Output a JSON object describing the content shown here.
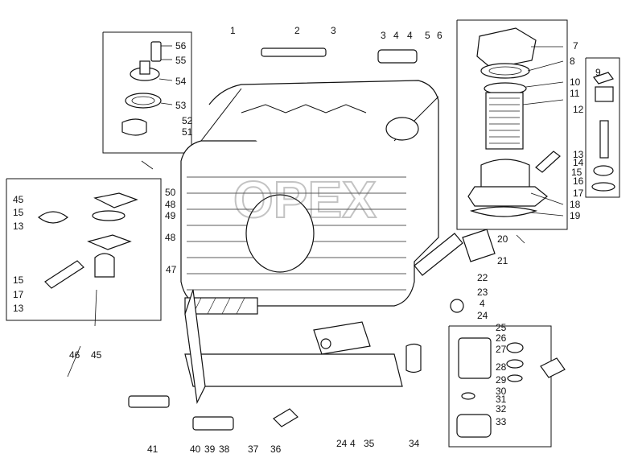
{
  "watermark": "OPEX",
  "callouts": {
    "n1": "1",
    "n2": "2",
    "n3": "3",
    "n4": "4",
    "n5": "5",
    "n6": "6",
    "n7": "7",
    "n8": "8",
    "n9": "9",
    "n10": "10",
    "n11": "11",
    "n12": "12",
    "n13": "13",
    "n14": "14",
    "n15": "15",
    "n16": "16",
    "n17": "17",
    "n18": "18",
    "n19": "19",
    "n20": "20",
    "n21": "21",
    "n22": "22",
    "n23": "23",
    "n24": "24",
    "n25": "25",
    "n26": "26",
    "n27": "27",
    "n28": "28",
    "n29": "29",
    "n30": "30",
    "n31": "31",
    "n32": "32",
    "n33": "33",
    "n34": "34",
    "n35": "35",
    "n36": "36",
    "n37": "37",
    "n38": "38",
    "n39": "39",
    "n40": "40",
    "n41": "41",
    "n45": "45",
    "n46": "46",
    "n47": "47",
    "n48": "48",
    "n49": "49",
    "n50": "50",
    "n51": "51",
    "n52": "52",
    "n53": "53",
    "n54": "54",
    "n55": "55",
    "n56": "56"
  }
}
